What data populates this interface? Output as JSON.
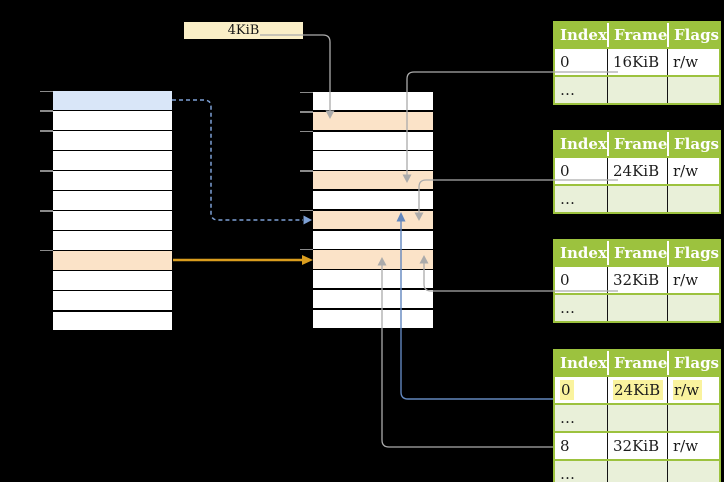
{
  "diagram": {
    "title": "page-table-mapping-diagram",
    "page_size_label": "4KiB",
    "colors": {
      "background": "#000000",
      "row_white": "#ffffff",
      "row_blue": "#d9e6f8",
      "row_orange": "#fbe3c8",
      "label_bg": "#faefc7",
      "table_header_green": "#9cc23e",
      "table_alt_row_green": "#e9f0d9",
      "highlight_yellow": "#faf39e",
      "connector_gray": "#ababab",
      "connector_blue_solid": "#6287be",
      "connector_blue_dashed": "#7da0d5",
      "connector_orange": "#da9d1e"
    },
    "left_column": {
      "rows": [
        "blue",
        "white",
        "white",
        "white",
        "white",
        "white",
        "white",
        "white",
        "orange",
        "white",
        "white",
        "white"
      ],
      "tick_rows": [
        0,
        1,
        2,
        4,
        6,
        8
      ]
    },
    "middle_column": {
      "rows": [
        "white",
        "orange",
        "white",
        "white",
        "orange",
        "white",
        "orange",
        "white",
        "orange",
        "white",
        "white",
        "white"
      ],
      "tick_rows": [
        0,
        1,
        2,
        4,
        6,
        8
      ]
    },
    "tables": [
      {
        "headers": [
          "Index",
          "Frame",
          "Flags"
        ],
        "rows": [
          {
            "cells": [
              "0",
              "16KiB",
              "r/w"
            ],
            "alt": false,
            "highlight": false
          },
          {
            "cells": [
              "…",
              "",
              ""
            ],
            "alt": true,
            "highlight": false
          }
        ]
      },
      {
        "headers": [
          "Index",
          "Frame",
          "Flags"
        ],
        "rows": [
          {
            "cells": [
              "0",
              "24KiB",
              "r/w"
            ],
            "alt": false,
            "highlight": false
          },
          {
            "cells": [
              "…",
              "",
              ""
            ],
            "alt": true,
            "highlight": false
          }
        ]
      },
      {
        "headers": [
          "Index",
          "Frame",
          "Flags"
        ],
        "rows": [
          {
            "cells": [
              "0",
              "32KiB",
              "r/w"
            ],
            "alt": false,
            "highlight": false
          },
          {
            "cells": [
              "…",
              "",
              ""
            ],
            "alt": true,
            "highlight": false
          }
        ]
      },
      {
        "headers": [
          "Index",
          "Frame",
          "Flags"
        ],
        "rows": [
          {
            "cells": [
              "0",
              "24KiB",
              "r/w"
            ],
            "alt": false,
            "highlight": true
          },
          {
            "cells": [
              "…",
              "",
              ""
            ],
            "alt": true,
            "highlight": false
          },
          {
            "cells": [
              "8",
              "32KiB",
              "r/w"
            ],
            "alt": false,
            "highlight": false
          },
          {
            "cells": [
              "…",
              "",
              ""
            ],
            "alt": true,
            "highlight": false
          }
        ]
      }
    ]
  }
}
